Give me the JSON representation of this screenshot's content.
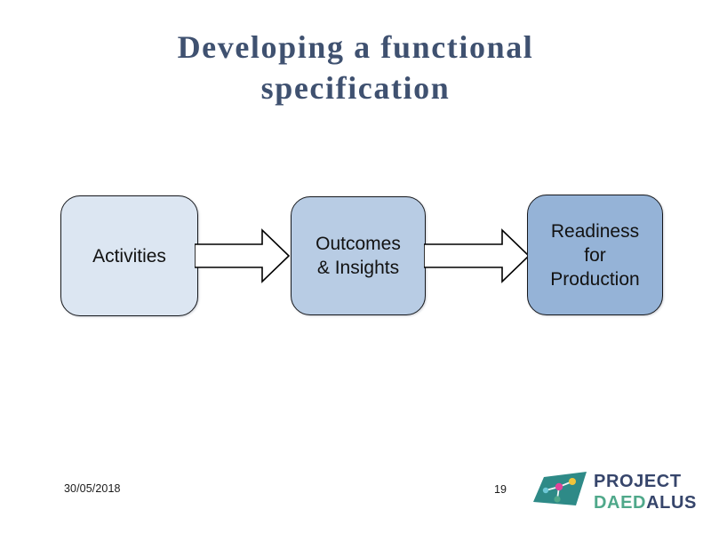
{
  "slide": {
    "background_color": "#ffffff",
    "title": {
      "line1": "Developing a functional",
      "line2": "specification",
      "color": "#3f5170"
    }
  },
  "diagram": {
    "type": "process-flow",
    "nodes": [
      {
        "id": "activities",
        "label": "Activities",
        "fill": "#dce6f2",
        "border": "#16181c",
        "text_color": "#121212"
      },
      {
        "id": "outcomes",
        "label": "Outcomes\n& Insights",
        "fill": "#b8cce4",
        "border": "#16181c",
        "text_color": "#121212"
      },
      {
        "id": "readiness",
        "label": "Readiness\nfor\nProduction",
        "fill": "#95b3d7",
        "border": "#16181c",
        "text_color": "#121212"
      }
    ],
    "connectors": [
      {
        "id": "arrow-1",
        "from": "activities",
        "to": "outcomes",
        "style": "block-arrow",
        "fill": "#ffffff",
        "stroke": "#000000"
      },
      {
        "id": "arrow-2",
        "from": "outcomes",
        "to": "readiness",
        "style": "block-arrow",
        "fill": "#ffffff",
        "stroke": "#000000"
      }
    ]
  },
  "footer": {
    "date": "30/05/2018",
    "slide_number": "19"
  },
  "logo": {
    "mark_name": "project-daedalus-network-mark",
    "shape_color": "#2e8a87",
    "nodes": [
      {
        "name": "node-center",
        "color": "#e0449a"
      },
      {
        "name": "node-top-right",
        "color": "#f0c43a"
      },
      {
        "name": "node-left",
        "color": "#6ec8d6"
      },
      {
        "name": "node-bottom",
        "color": "#4fa88a"
      }
    ],
    "text_line1": "PROJECT",
    "text_line2_part1": "DAED",
    "text_line2_part2": "ALUS",
    "color_navy": "#36456b",
    "color_green": "#4fa88a"
  }
}
